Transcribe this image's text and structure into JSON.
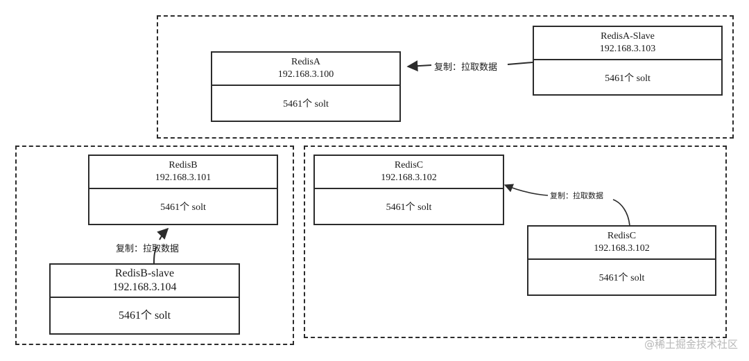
{
  "nodes": {
    "redis_a": {
      "name": "RedisA",
      "ip": "192.168.3.100",
      "slots": "5461个 solt"
    },
    "redis_a_slave": {
      "name": "RedisA-Slave",
      "ip": "192.168.3.103",
      "slots": "5461个 solt"
    },
    "redis_b": {
      "name": "RedisB",
      "ip": "192.168.3.101",
      "slots": "5461个 solt"
    },
    "redis_b_slave": {
      "name": "RedisB-slave",
      "ip": "192.168.3.104",
      "slots": "5461个 solt"
    },
    "redis_c": {
      "name": "RedisC",
      "ip": "192.168.3.102",
      "slots": "5461个 solt"
    },
    "redis_c_slave": {
      "name": "RedisC",
      "ip": "192.168.3.102",
      "slots": "5461个 solt"
    }
  },
  "edges": {
    "a_replication": "复制：拉取数据",
    "b_replication": "复制：拉取数据",
    "c_replication": "复制：拉取数据"
  },
  "watermark": "@稀土掘金技术社区",
  "colors": {
    "stroke": "#2b2b2b",
    "background": "#ffffff",
    "watermark": "#b8b8b8"
  }
}
